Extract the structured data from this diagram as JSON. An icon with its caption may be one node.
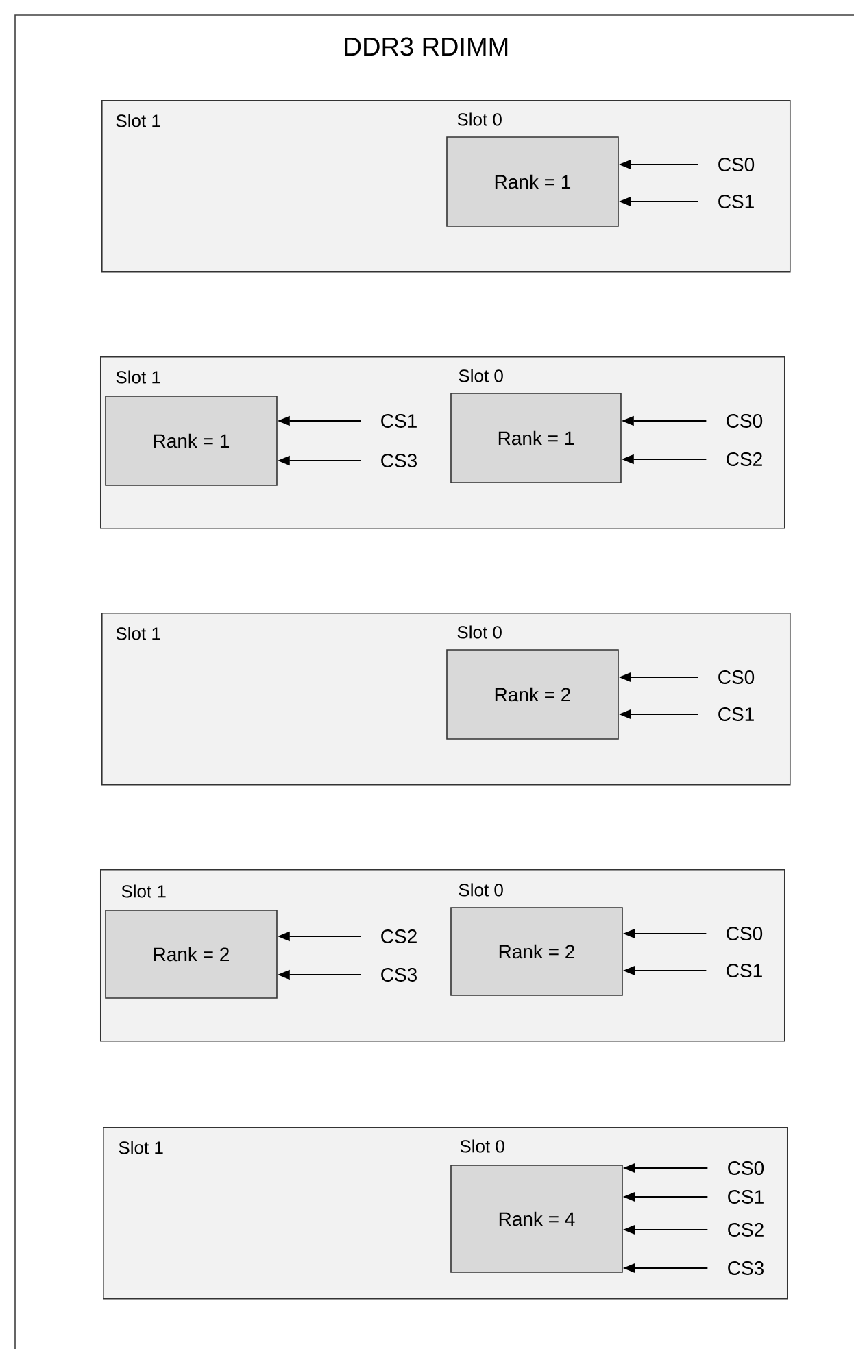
{
  "diagram": {
    "title": "DDR3 RDIMM",
    "nodes": [
      {
        "text": [
          "Slot 1",
          "Slot 0"
        ]
      },
      {
        "text": [
          "Rank = 1"
        ],
        "in": 0
      },
      {
        "text": [
          "CS0"
        ],
        "in": 0
      },
      {
        "text": [
          "CS1"
        ],
        "in": 0
      },
      {
        "text": [
          "Slot 1",
          "Slot 0"
        ]
      },
      {
        "text": [
          "Rank = 1"
        ],
        "in": 4
      },
      {
        "text": [
          "CS1"
        ],
        "in": 4
      },
      {
        "text": [
          "CS3"
        ],
        "in": 4
      },
      {
        "text": [
          "Rank = 1"
        ],
        "in": 4
      },
      {
        "text": [
          "CS0"
        ],
        "in": 4
      },
      {
        "text": [
          "CS2"
        ],
        "in": 4
      },
      {
        "text": [
          "Slot 1",
          "Slot 0"
        ]
      },
      {
        "text": [
          "Rank = 2"
        ],
        "in": 11
      },
      {
        "text": [
          "CS0"
        ],
        "in": 11
      },
      {
        "text": [
          "CS1"
        ],
        "in": 11
      },
      {
        "text": [
          "Slot 1",
          "Slot 0"
        ]
      },
      {
        "text": [
          "Rank = 2"
        ],
        "in": 15
      },
      {
        "text": [
          "CS2"
        ],
        "in": 15
      },
      {
        "text": [
          "CS3"
        ],
        "in": 15
      },
      {
        "text": [
          "Rank = 2"
        ],
        "in": 15
      },
      {
        "text": [
          "CS0"
        ],
        "in": 15
      },
      {
        "text": [
          "CS1"
        ],
        "in": 15
      },
      {
        "text": [
          "Slot 1",
          "Slot 0"
        ]
      },
      {
        "text": [
          "Rank = 4"
        ],
        "in": 22
      },
      {
        "text": [
          "CS0"
        ],
        "in": 22
      },
      {
        "text": [
          "CS1"
        ],
        "in": 22
      },
      {
        "text": [
          "CS2"
        ],
        "in": 22
      },
      {
        "text": [
          "CS3"
        ],
        "in": 22
      }
    ],
    "edges": [
      {
        "from": 2,
        "to": 1,
        "arrow": "to"
      },
      {
        "from": 3,
        "to": 1,
        "arrow": "to"
      },
      {
        "from": 6,
        "to": 5,
        "arrow": "to"
      },
      {
        "from": 7,
        "to": 5,
        "arrow": "to"
      },
      {
        "from": 9,
        "to": 8,
        "arrow": "to"
      },
      {
        "from": 10,
        "to": 8,
        "arrow": "to"
      },
      {
        "from": 13,
        "to": 12,
        "arrow": "to"
      },
      {
        "from": 14,
        "to": 12,
        "arrow": "to"
      },
      {
        "from": 17,
        "to": 16,
        "arrow": "to"
      },
      {
        "from": 18,
        "to": 16,
        "arrow": "to"
      },
      {
        "from": 20,
        "to": 19,
        "arrow": "to"
      },
      {
        "from": 21,
        "to": 19,
        "arrow": "to"
      },
      {
        "from": 24,
        "to": 23,
        "arrow": "to"
      },
      {
        "from": 25,
        "to": 23,
        "arrow": "to"
      },
      {
        "from": 26,
        "to": 23,
        "arrow": "to"
      },
      {
        "from": 27,
        "to": 23,
        "arrow": "to"
      }
    ]
  }
}
